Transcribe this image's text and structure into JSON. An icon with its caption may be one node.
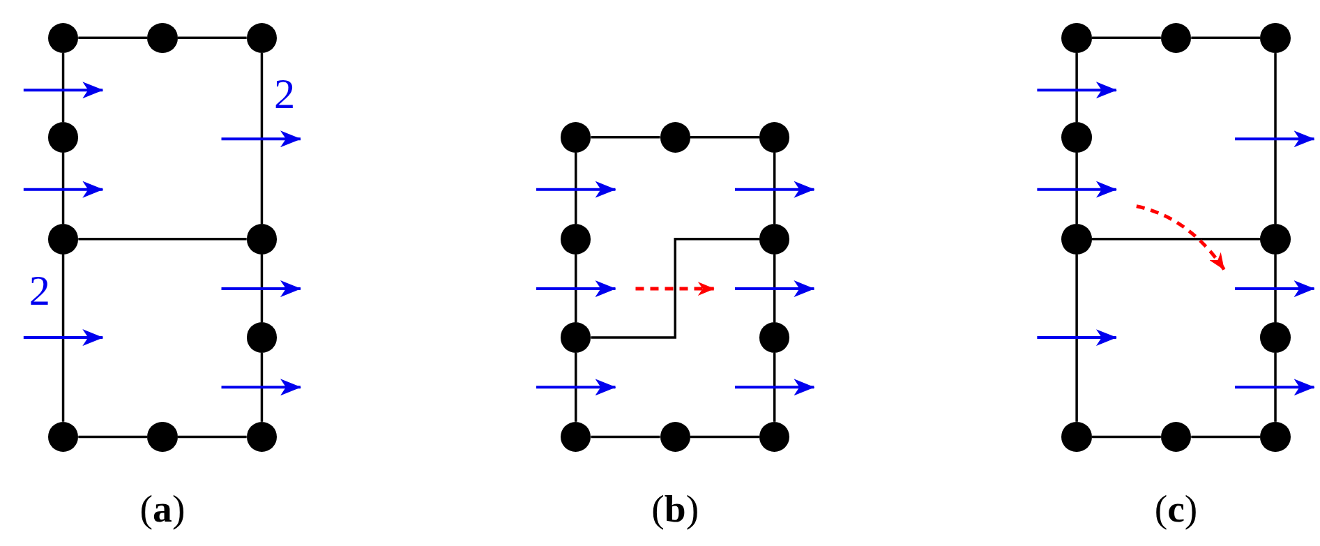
{
  "diagram": {
    "nodes": [
      {
        "text": [],
        "shape": "circle"
      },
      {
        "text": [],
        "shape": "circle"
      },
      {
        "text": [],
        "shape": "circle"
      },
      {
        "text": [],
        "shape": "circle"
      },
      {
        "text": [],
        "shape": "circle"
      },
      {
        "text": [],
        "shape": "circle"
      },
      {
        "text": [],
        "shape": "circle"
      },
      {
        "text": [],
        "shape": "circle"
      },
      {
        "text": [],
        "shape": "circle"
      },
      {
        "text": [],
        "shape": "circle"
      },
      {
        "text": [],
        "shape": "circle"
      },
      {
        "text": [],
        "shape": "circle"
      },
      {
        "text": [],
        "shape": "circle"
      },
      {
        "text": [],
        "shape": "circle"
      },
      {
        "text": [],
        "shape": "circle"
      },
      {
        "text": [],
        "shape": "circle"
      },
      {
        "text": [],
        "shape": "circle"
      },
      {
        "text": [],
        "shape": "circle"
      },
      {
        "text": [],
        "shape": "circle"
      },
      {
        "text": [],
        "shape": "circle"
      },
      {
        "text": [],
        "shape": "circle"
      },
      {
        "text": [],
        "shape": "circle"
      },
      {
        "text": [],
        "shape": "circle"
      },
      {
        "text": [],
        "shape": "circle"
      },
      {
        "text": [],
        "shape": "circle"
      },
      {
        "text": [],
        "shape": "circle"
      },
      {
        "text": [],
        "shape": "circle"
      },
      {
        "text": [],
        "shape": "circle"
      },
      {
        "text": [],
        "shape": "circle"
      },
      {
        "text": [],
        "shape": "circle"
      }
    ],
    "edges": [
      {
        "from": 0,
        "to": 1,
        "arrow": "none"
      },
      {
        "from": 1,
        "to": 2,
        "arrow": "none"
      },
      {
        "from": 0,
        "to": 3,
        "arrow": "none"
      },
      {
        "from": 3,
        "to": 4,
        "arrow": "none"
      },
      {
        "from": 4,
        "to": 7,
        "arrow": "none"
      },
      {
        "from": 2,
        "to": 5,
        "arrow": "none"
      },
      {
        "from": 5,
        "to": 6,
        "arrow": "none"
      },
      {
        "from": 6,
        "to": 9,
        "arrow": "none"
      },
      {
        "from": 4,
        "to": 5,
        "arrow": "none"
      },
      {
        "from": 7,
        "to": 8,
        "arrow": "none"
      },
      {
        "from": 8,
        "to": 9,
        "arrow": "none"
      },
      {
        "from": 10,
        "to": 11,
        "arrow": "none"
      },
      {
        "from": 11,
        "to": 12,
        "arrow": "none"
      },
      {
        "from": 10,
        "to": 13,
        "arrow": "none"
      },
      {
        "from": 13,
        "to": 15,
        "arrow": "none"
      },
      {
        "from": 15,
        "to": 17,
        "arrow": "none"
      },
      {
        "from": 12,
        "to": 14,
        "arrow": "none"
      },
      {
        "from": 14,
        "to": 16,
        "arrow": "none"
      },
      {
        "from": 16,
        "to": 19,
        "arrow": "none"
      },
      {
        "from": 15,
        "to": 14,
        "arrow": "none"
      },
      {
        "from": 17,
        "to": 18,
        "arrow": "none"
      },
      {
        "from": 18,
        "to": 19,
        "arrow": "none"
      },
      {
        "from": 20,
        "to": 21,
        "arrow": "none"
      },
      {
        "from": 21,
        "to": 22,
        "arrow": "none"
      },
      {
        "from": 20,
        "to": 23,
        "arrow": "none"
      },
      {
        "from": 23,
        "to": 24,
        "arrow": "none"
      },
      {
        "from": 24,
        "to": 27,
        "arrow": "none"
      },
      {
        "from": 22,
        "to": 25,
        "arrow": "none"
      },
      {
        "from": 25,
        "to": 26,
        "arrow": "none"
      },
      {
        "from": 26,
        "to": 29,
        "arrow": "none"
      },
      {
        "from": 24,
        "to": 25,
        "arrow": "none"
      },
      {
        "from": 27,
        "to": 28,
        "arrow": "none"
      },
      {
        "from": 28,
        "to": 29,
        "arrow": "none"
      }
    ],
    "labels": [
      "2",
      "2",
      "(**a**)",
      "(**b**)",
      "(**c**)"
    ]
  }
}
